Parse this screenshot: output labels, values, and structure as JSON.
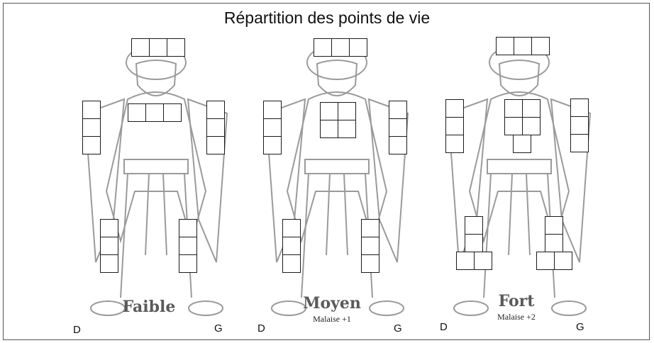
{
  "title": "Répartition des points de vie",
  "figures": [
    {
      "level": "Faible",
      "malaise": "",
      "left_side": "D",
      "right_side": "G"
    },
    {
      "level": "Moyen",
      "malaise": "Malaise +1",
      "left_side": "D",
      "right_side": "G"
    },
    {
      "level": "Fort",
      "malaise": "Malaise +2",
      "left_side": "D",
      "right_side": "G"
    }
  ],
  "colors": {
    "box_border": "#1a1a1a",
    "level_text": "#5a5a5a",
    "illustration": "#9a9a9a"
  }
}
